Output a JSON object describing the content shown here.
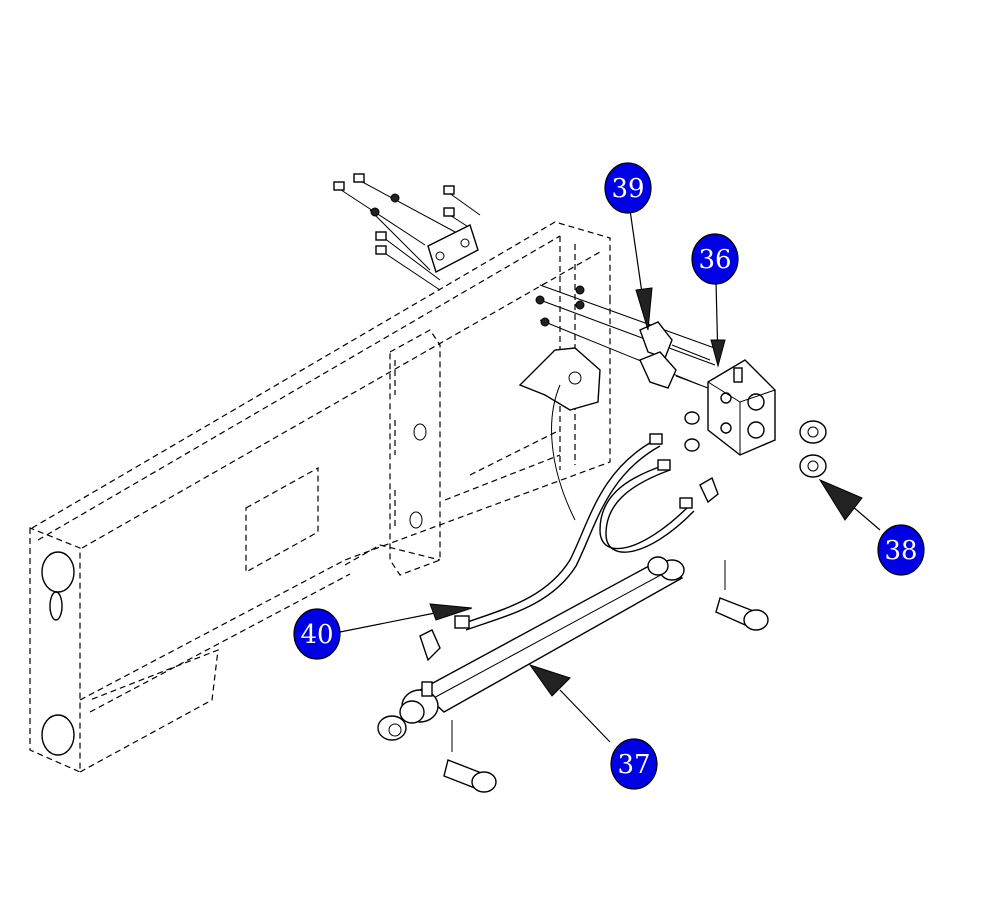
{
  "diagram": {
    "callout_color": "#0000e6",
    "callouts": [
      {
        "id": "39",
        "label": "39"
      },
      {
        "id": "36",
        "label": "36"
      },
      {
        "id": "38",
        "label": "38"
      },
      {
        "id": "40",
        "label": "40"
      },
      {
        "id": "37",
        "label": "37"
      }
    ]
  }
}
